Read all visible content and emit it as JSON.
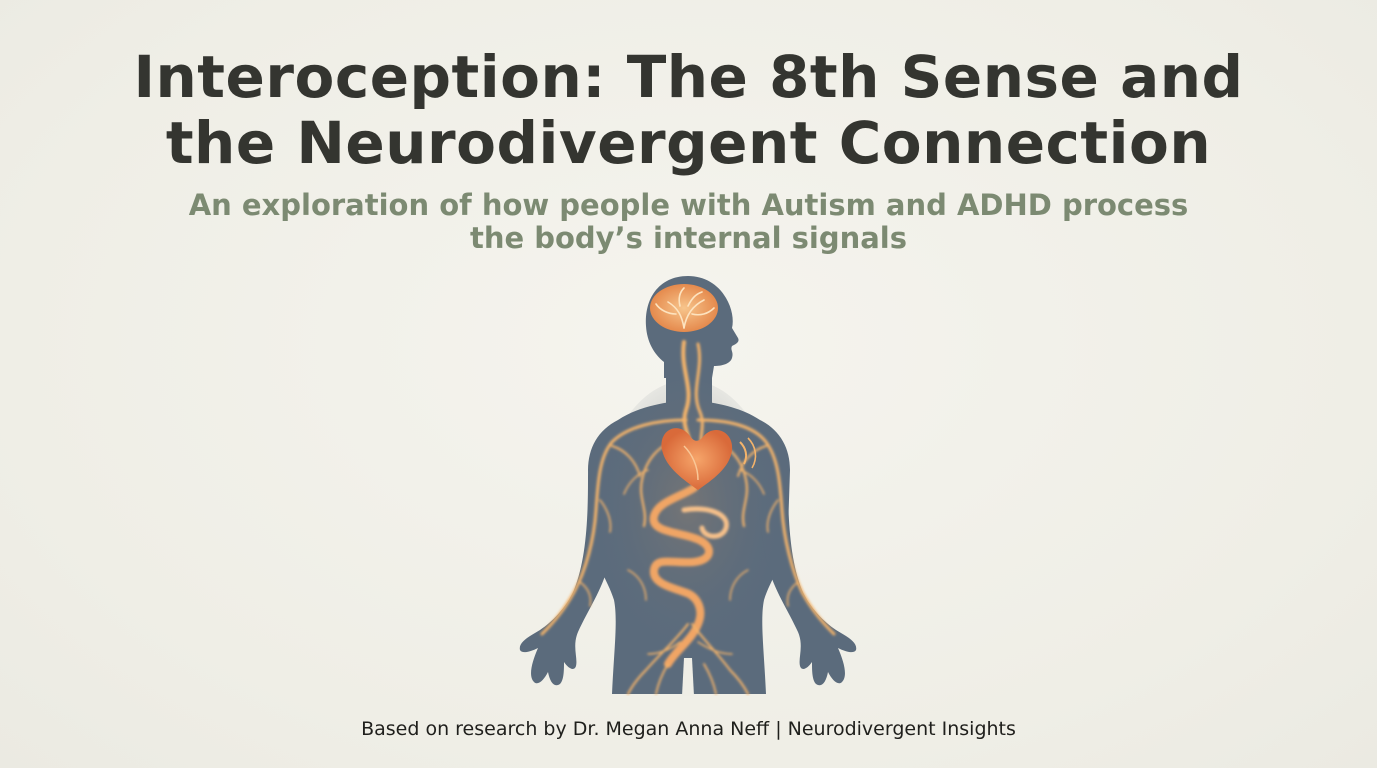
{
  "slide": {
    "title_line1": "Interoception: The 8th Sense and",
    "title_line2": "the Neurodivergent Connection",
    "subtitle_line1": "An exploration of how people with Autism and ADHD process",
    "subtitle_line2": "the body’s internal signals",
    "footer": "Based on research by Dr. Megan Anna Neff | Neurodivergent Insights"
  },
  "colors": {
    "background": "#f2f1ea",
    "title": "#343530",
    "subtitle": "#7c8a72",
    "body_silhouette": "#5b6b7c",
    "nerve_glow": "#f3b36b",
    "organ_glow": "#e9874f"
  },
  "icons": {
    "figure": "human-body-interoception-illustration"
  }
}
